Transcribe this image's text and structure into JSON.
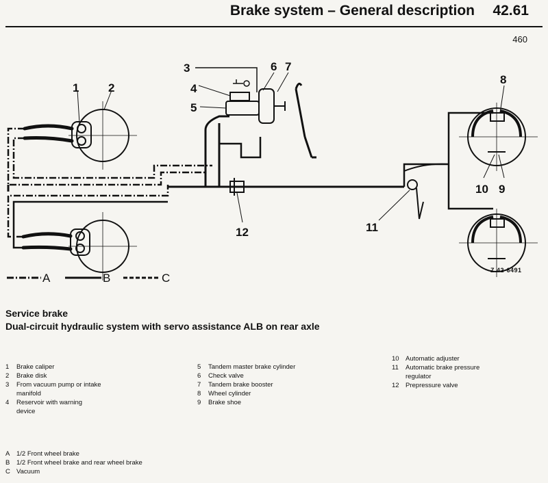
{
  "header": {
    "title": "Brake system – General description",
    "section": "42.61"
  },
  "page_number": "460",
  "diagram": {
    "callouts": [
      "1",
      "2",
      "3",
      "4",
      "5",
      "6",
      "7",
      "8",
      "9",
      "10",
      "11",
      "12"
    ],
    "legend": [
      {
        "letter": "A",
        "style": "dash-dot"
      },
      {
        "letter": "B",
        "style": "solid"
      },
      {
        "letter": "C",
        "style": "dashed"
      }
    ],
    "figure_code": "Z 42-6491",
    "colors": {
      "line": "#111111",
      "background": "#f6f5f1"
    }
  },
  "subtitle": "Service brake",
  "subtitle2": "Dual-circuit hydraulic system with servo assistance ALB on rear axle",
  "components_col1": [
    {
      "num": "1",
      "text": "Brake caliper"
    },
    {
      "num": "2",
      "text": "Brake disk"
    },
    {
      "num": "3",
      "text": "From vacuum pump or intake manifold"
    },
    {
      "num": "4",
      "text": "Reservoir with warning device"
    }
  ],
  "components_col2": [
    {
      "num": "5",
      "text": "Tandem master brake cylinder"
    },
    {
      "num": "6",
      "text": "Check valve"
    },
    {
      "num": "7",
      "text": "Tandem brake booster"
    },
    {
      "num": "8",
      "text": "Wheel cylinder"
    },
    {
      "num": "9",
      "text": "Brake shoe"
    }
  ],
  "components_col3": [
    {
      "num": "10",
      "text": "Automatic adjuster"
    },
    {
      "num": "11",
      "text": "Automatic brake pressure regulator"
    },
    {
      "num": "12",
      "text": "Prepressure valve"
    }
  ],
  "legend_text": [
    {
      "letter": "A",
      "text": "1/2 Front wheel brake"
    },
    {
      "letter": "B",
      "text": "1/2 Front wheel brake and rear wheel brake"
    },
    {
      "letter": "C",
      "text": "Vacuum"
    }
  ]
}
